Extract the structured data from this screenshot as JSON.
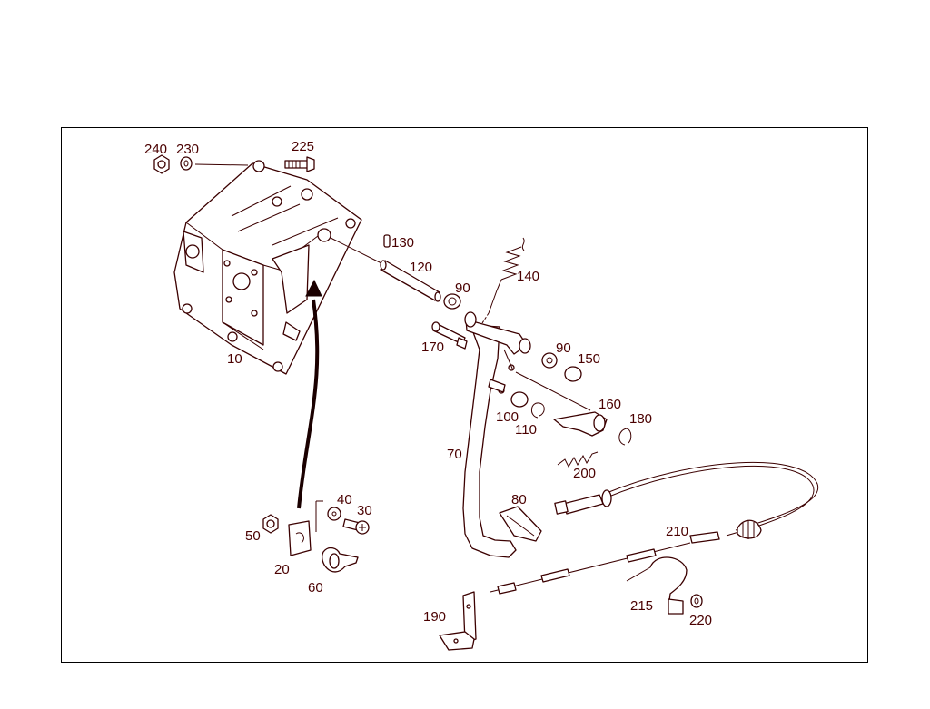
{
  "labels": {
    "l240": "240",
    "l230": "230",
    "l225": "225",
    "l10": "10",
    "l130": "130",
    "l120": "120",
    "l90a": "90",
    "l140": "140",
    "l170": "170",
    "l90b": "90",
    "l150": "150",
    "l160": "160",
    "l100": "100",
    "l110": "110",
    "l180": "180",
    "l70": "70",
    "l200": "200",
    "l80": "80",
    "l40": "40",
    "l30": "30",
    "l50": "50",
    "l20": "20",
    "l60": "60",
    "l210": "210",
    "l215": "215",
    "l220": "220",
    "l190": "190"
  }
}
